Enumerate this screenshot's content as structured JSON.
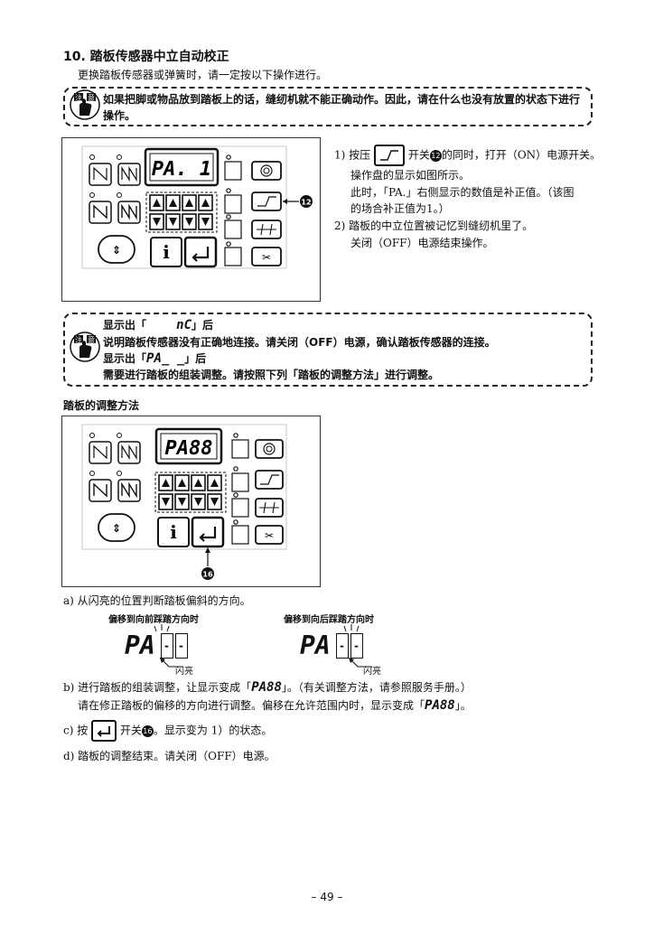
{
  "section": {
    "title": "10.  踏板传感器中立自动校正",
    "subtitle": "更换踏板传感器或弹簧时，请一定按以下操作进行。"
  },
  "caution1": {
    "line1": "如果把脚或物品放到踏板上的话，缝纫机就不能正确动作。因此，请在什么也没有放置的状态下进行",
    "line2": "操作。"
  },
  "panel1": {
    "display": "PA.  1",
    "callout": "12"
  },
  "steps1": {
    "s1_num": "1)",
    "s1_a": "按压",
    "s1_b": "开关",
    "s1_c": "的同时，打开（ON）电源开关。",
    "s1_marker": "12",
    "s1_line2": "操作盘的显示如图所示。",
    "s1_line3": "此时，「PA.」右侧显示的数值是补正值。（该图",
    "s1_line4": "的场合补正值为1。）",
    "s2_num": "2)",
    "s2_line1": "踏板的中立位置被记忆到缝纫机里了。",
    "s2_line2": "关闭（OFF）电源结束操作。"
  },
  "caution2": {
    "line1a": "显示出「",
    "line1_seg": "nC",
    "line1b": "」后",
    "line2": "说明踏板传感器没有正确地连接。请关闭（OFF）电源，确认踏板传感器的连接。",
    "line3a": "显示出「",
    "line3_seg": "PA_ _",
    "line3b": "」后",
    "line4": "需要进行踏板的组装调整。请按照下列「踏板的调整方法」进行调整。"
  },
  "adjust": {
    "heading": "踏板的调整方法",
    "display": "PA88",
    "callout": "16"
  },
  "steps2": {
    "a": "a)  从闪亮的位置判断踏板偏斜的方向。",
    "fwd_label": "偏移到向前踩踏方向时",
    "back_label": "偏移到向后踩踏方向时",
    "seg_pa": "PA",
    "dash": "-",
    "blink": "闪亮",
    "b1a": "b)  进行踏板的组装调整，让显示变成「",
    "b1_seg": "PA88",
    "b1b": "」。（有关调整方法，请参照服务手册。）",
    "b2a": "请在修正踏板的偏移的方向进行调整。偏移在允许范围内时，显示变成「",
    "b2_seg": "PA88",
    "b2b": "」。",
    "c_a": "c)  按",
    "c_b": "开关",
    "c_marker": "16",
    "c_c": "。显示变为 1）的状态。",
    "d": "d)  踏板的调整结束。请关闭（OFF）电源。"
  },
  "page_number": "– 49 –"
}
